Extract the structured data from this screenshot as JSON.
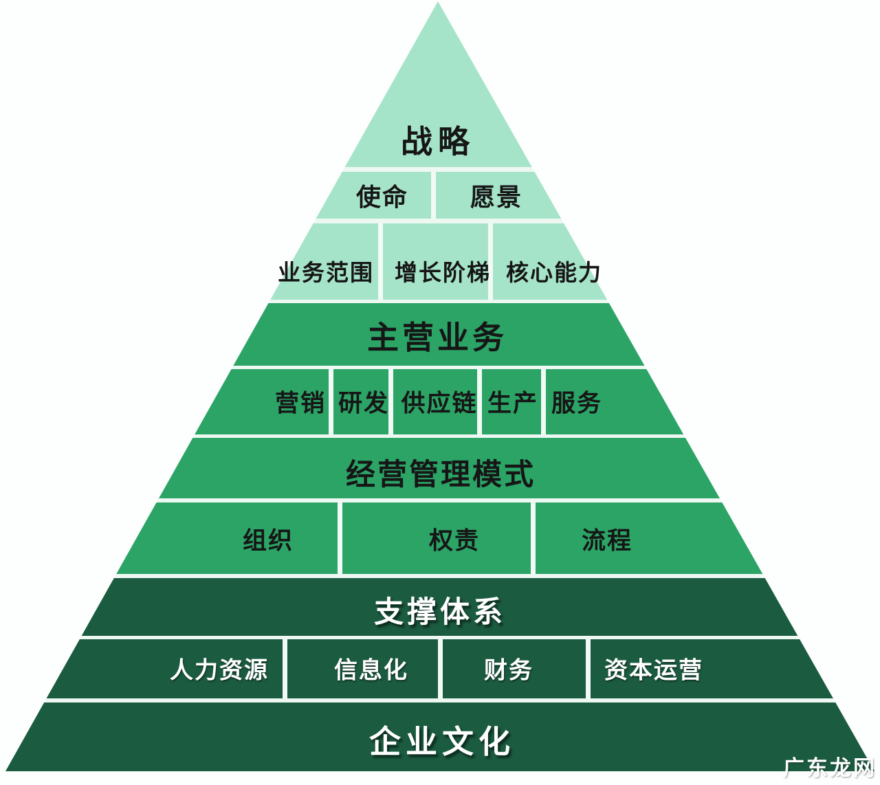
{
  "colors": {
    "level_light": "#a6e4c9",
    "level_medium": "#2ba466",
    "level_dark": "#1b5b40",
    "divider": "#eef8f2",
    "text_dark": "#161616",
    "text_light": "#ffffff"
  },
  "watermark": {
    "label": "广东龙网"
  },
  "pyramid": {
    "levels": [
      {
        "name": "strategy",
        "title": "战略"
      },
      {
        "name": "strategy-elements",
        "cells": [
          "使命",
          "愿景"
        ]
      },
      {
        "name": "strategy-dimensions",
        "cells": [
          "业务范围",
          "增长阶梯",
          "核心能力"
        ]
      },
      {
        "name": "main-business",
        "title": "主营业务"
      },
      {
        "name": "business-functions",
        "cells": [
          "营销",
          "研发",
          "供应链",
          "生产",
          "服务"
        ]
      },
      {
        "name": "management-model",
        "title": "经营管理模式"
      },
      {
        "name": "model-elements",
        "cells": [
          "组织",
          "权责",
          "流程"
        ]
      },
      {
        "name": "support-system",
        "title": "支撑体系"
      },
      {
        "name": "support-functions",
        "cells": [
          "人力资源",
          "信息化",
          "财务",
          "资本运营"
        ]
      },
      {
        "name": "corporate-culture",
        "title": "企业文化"
      }
    ]
  }
}
